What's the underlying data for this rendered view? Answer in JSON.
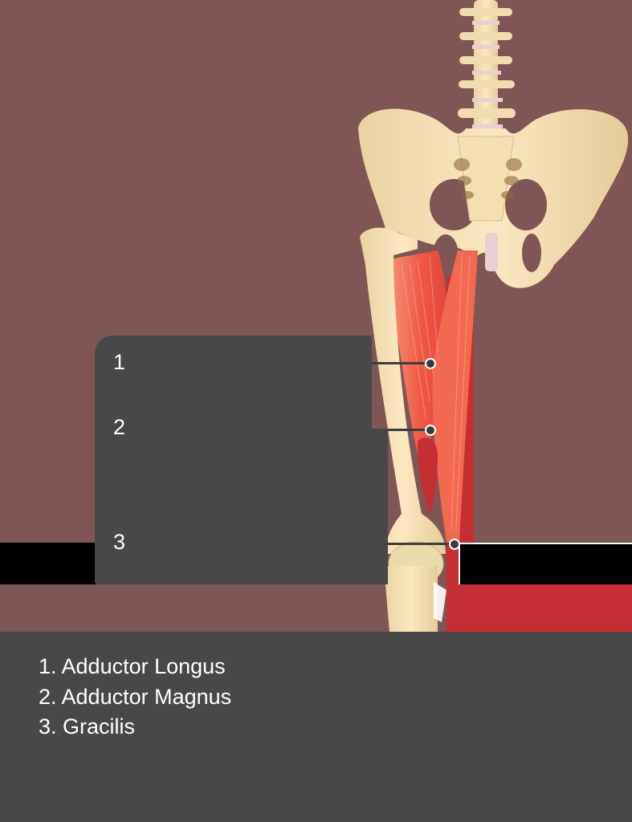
{
  "diagram": {
    "subject": "Hip and thigh anterior view – adductor muscles",
    "colors": {
      "background": "#7e5656",
      "panel": "#484848",
      "bone": "#f3dfb0",
      "muscle": "#f06a50",
      "muscle_dark": "#c52f33",
      "text": "#ffffff"
    },
    "markers": [
      {
        "number": "1",
        "target": "adductor-longus"
      },
      {
        "number": "2",
        "target": "adductor-magnus"
      },
      {
        "number": "3",
        "target": "gracilis"
      }
    ]
  },
  "legend": {
    "items": [
      {
        "text": "1. Adductor Longus"
      },
      {
        "text": "2. Adductor Magnus"
      },
      {
        "text": "3. Gracilis"
      }
    ]
  }
}
